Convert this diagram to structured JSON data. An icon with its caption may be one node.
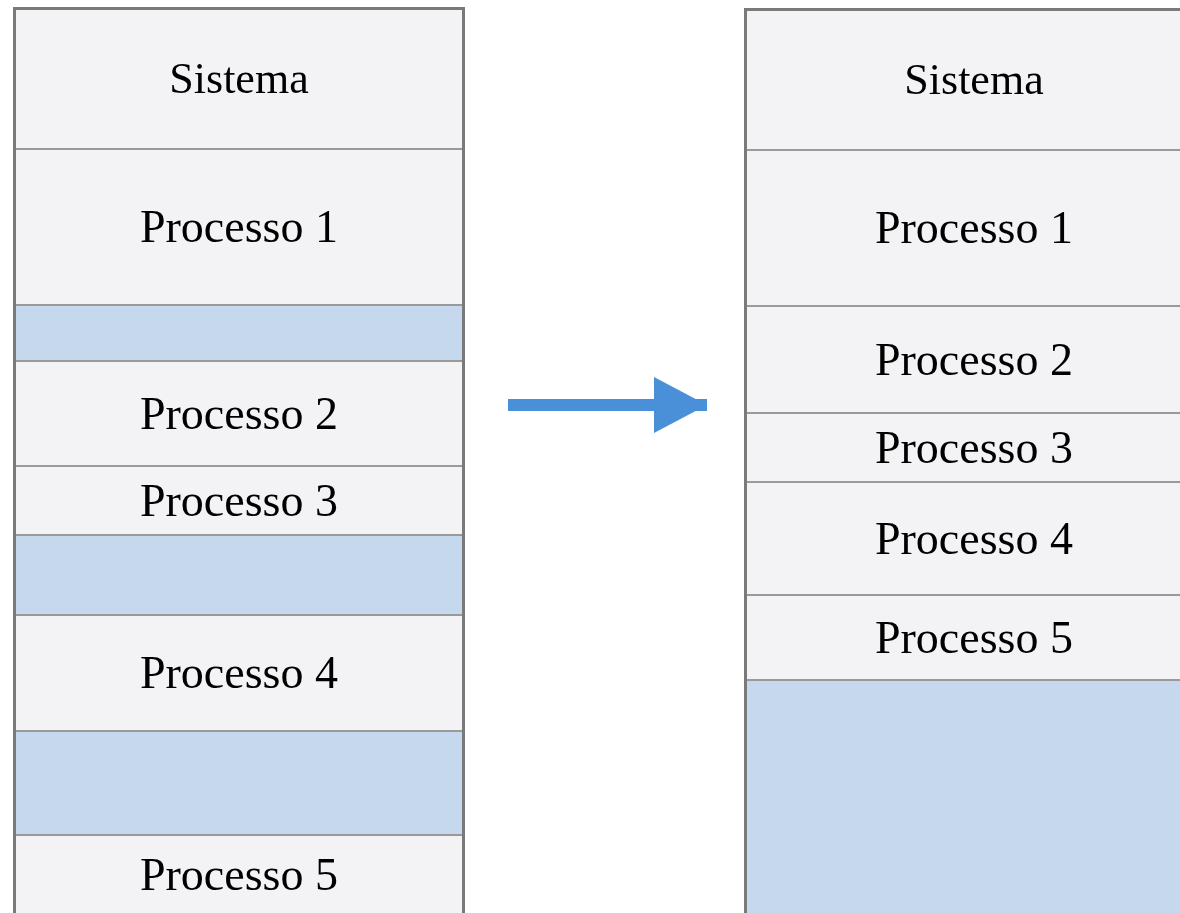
{
  "diagram": {
    "nodes": [
      {
        "text": [],
        "shape": "box"
      },
      {
        "text": [
          "Sistema"
        ],
        "in": 0
      },
      {
        "text": [
          "Processo 1"
        ],
        "in": 0
      },
      {
        "text": [],
        "shape": "box",
        "in": 0
      },
      {
        "text": [
          "Processo 2"
        ],
        "in": 0
      },
      {
        "text": [
          "Processo 3"
        ],
        "in": 0
      },
      {
        "text": [],
        "shape": "box",
        "in": 0
      },
      {
        "text": [
          "Processo 4"
        ],
        "in": 0
      },
      {
        "text": [],
        "shape": "box",
        "in": 0
      },
      {
        "text": [
          "Processo 5"
        ],
        "in": 0
      },
      {
        "text": [],
        "shape": "box"
      },
      {
        "text": [
          "Sistema"
        ],
        "in": 10
      },
      {
        "text": [
          "Processo 1"
        ],
        "in": 10
      },
      {
        "text": [
          "Processo 2"
        ],
        "in": 10
      },
      {
        "text": [
          "Processo 3"
        ],
        "in": 10
      },
      {
        "text": [
          "Processo 4"
        ],
        "in": 10
      },
      {
        "text": [
          "Processo 5"
        ],
        "in": 10
      },
      {
        "text": [],
        "shape": "box",
        "in": 10
      }
    ],
    "edges": [
      {
        "from": 0,
        "to": 10,
        "arrow": "to"
      }
    ]
  }
}
